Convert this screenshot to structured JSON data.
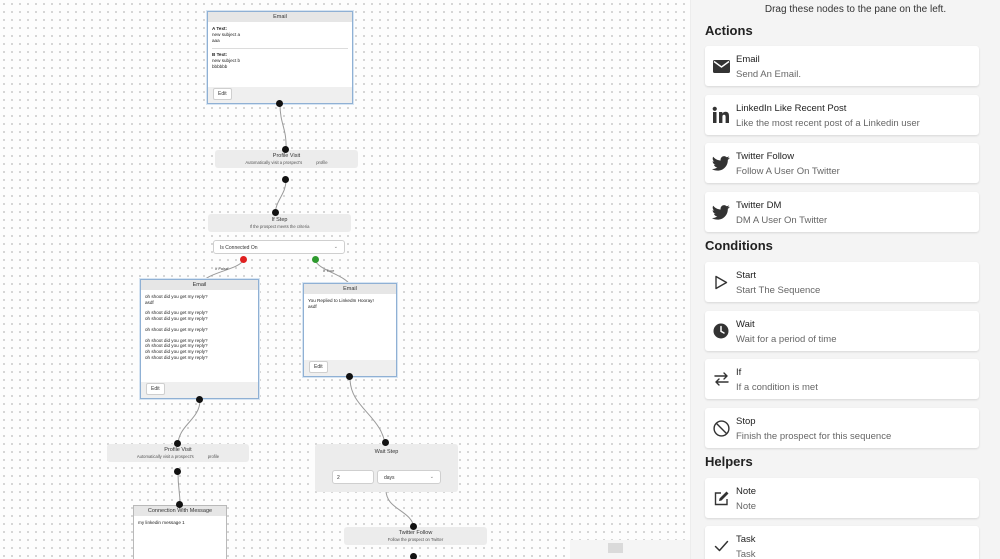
{
  "canvas": {
    "email_top": {
      "title": "Email",
      "a_label": "A Text:",
      "a_lines": [
        "new subject a",
        "aaa"
      ],
      "b_label": "B Text:",
      "b_lines": [
        "new subject b",
        "bbbbbb"
      ],
      "edit": "Edit"
    },
    "profile_visit_1": {
      "title": "Profile Visit",
      "subtitle": "Automatically visit a prospect's",
      "subtitle_tail": "profile"
    },
    "if_step": {
      "title": "If Step",
      "subtitle": "If the prospect meets the criteria",
      "select_value": "Is Connected On"
    },
    "edge_labels": {
      "false": "If False",
      "true": "If True"
    },
    "email_false": {
      "title": "Email",
      "lines": [
        "oh shoot did you get my reply?",
        "asdf",
        "",
        "oh shoot did you get my reply?",
        "oh shoot did you get my reply?",
        "",
        "oh shoot did you get my reply?",
        "",
        "oh shoot did you get my reply?",
        "oh shoot did you get my reply?",
        "oh shoot did you get my reply?",
        "oh shoot did you get my reply?"
      ],
      "edit": "Edit"
    },
    "email_true": {
      "title": "Email",
      "lines": [
        "You Replied to LinkedIn Hooray!",
        "asdf"
      ],
      "edit": "Edit"
    },
    "profile_visit_2": {
      "title": "Profile Visit",
      "subtitle": "Automatically visit a prospect's",
      "subtitle_tail": "profile"
    },
    "wait_step": {
      "title": "Wait Step",
      "amount": "2",
      "unit": "days"
    },
    "connection": {
      "title": "Connection With Message",
      "message": "my linkedin message 1"
    },
    "twitter_follow": {
      "title": "Twitter Follow",
      "subtitle": "Follow the prospect on Twitter"
    }
  },
  "sidebar": {
    "hint": "Drag these nodes to the pane on the left.",
    "sections": {
      "actions": "Actions",
      "conditions": "Conditions",
      "helpers": "Helpers"
    },
    "actions": [
      {
        "title": "Email",
        "desc": "Send An Email.",
        "icon": "envelope-icon"
      },
      {
        "title": "LinkedIn Like Recent Post",
        "desc": "Like the most recent post of a Linkedin user",
        "icon": "linkedin-icon"
      },
      {
        "title": "Twitter Follow",
        "desc": "Follow A User On Twitter",
        "icon": "twitter-icon"
      },
      {
        "title": "Twitter DM",
        "desc": "DM A User On Twitter",
        "icon": "twitter-icon"
      }
    ],
    "conditions": [
      {
        "title": "Start",
        "desc": "Start The Sequence",
        "icon": "play-icon"
      },
      {
        "title": "Wait",
        "desc": "Wait for a period of time",
        "icon": "clock-icon"
      },
      {
        "title": "If",
        "desc": "If a condition is met",
        "icon": "swap-arrows-icon"
      },
      {
        "title": "Stop",
        "desc": "Finish the prospect for this sequence",
        "icon": "stop-icon"
      }
    ],
    "helpers": [
      {
        "title": "Note",
        "desc": "Note",
        "icon": "edit-note-icon"
      },
      {
        "title": "Task",
        "desc": "Task",
        "icon": "check-icon"
      }
    ]
  },
  "colors": {
    "false_handle": "#e02020",
    "true_handle": "#2e9a2e",
    "sidebar_bg": "#f4f4f4",
    "icon": "#333333"
  }
}
